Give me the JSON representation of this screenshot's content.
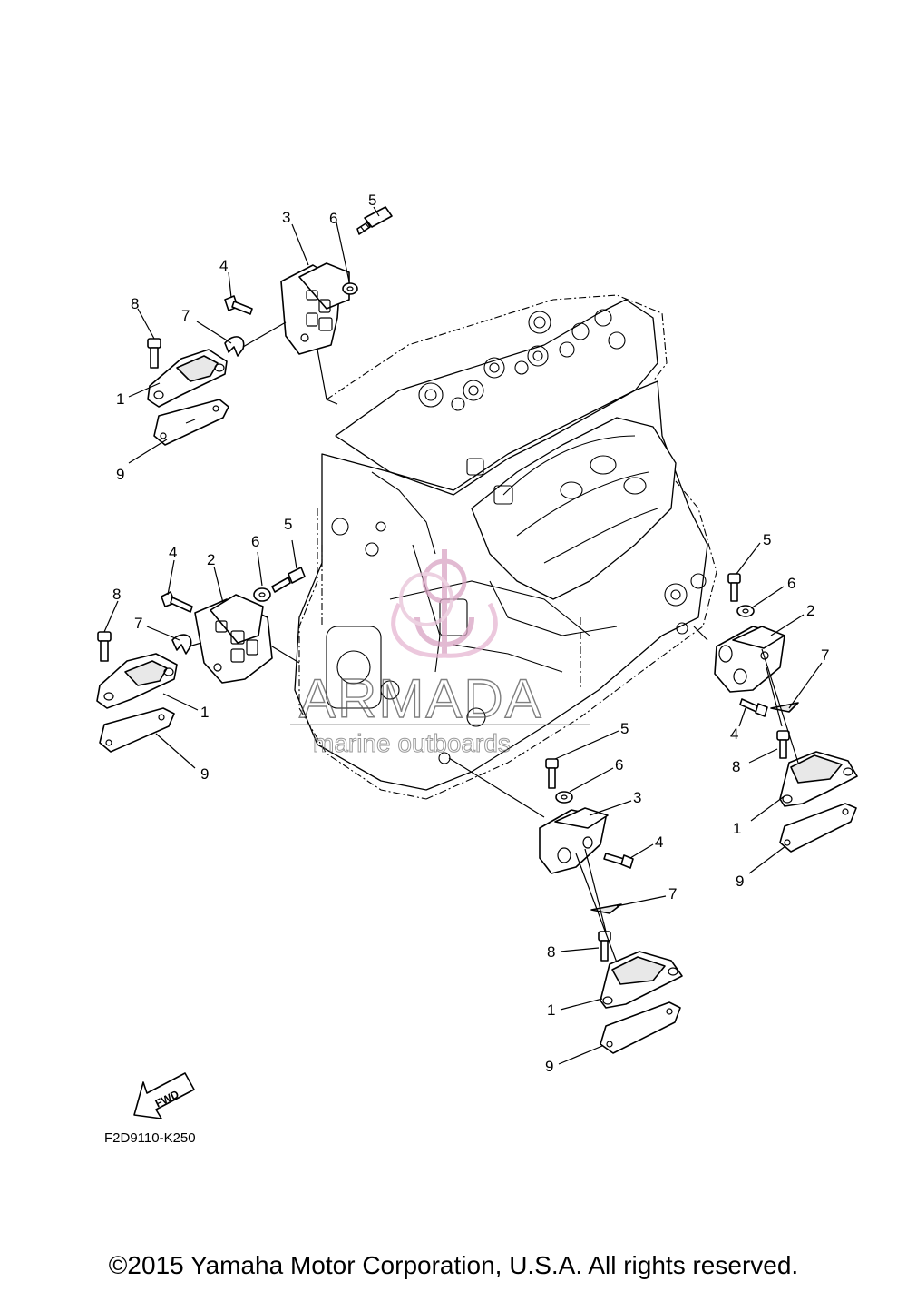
{
  "labels": {
    "tl_3": "3",
    "tl_6": "6",
    "tl_5": "5",
    "tl_4": "4",
    "tl_8": "8",
    "tl_7": "7",
    "tl_1": "1",
    "tl_9": "9",
    "ml_4": "4",
    "ml_2": "2",
    "ml_6": "6",
    "ml_5": "5",
    "ml_8": "8",
    "ml_7": "7",
    "ml_1": "1",
    "ml_9": "9",
    "r_5": "5",
    "r_6": "6",
    "r_2": "2",
    "r_7": "7",
    "r_4": "4",
    "r_8": "8",
    "r_1": "1",
    "r_9": "9",
    "b_5": "5",
    "b_6": "6",
    "b_3": "3",
    "b_4": "4",
    "b_7": "7",
    "b_8": "8",
    "b_1": "1",
    "b_9": "9"
  },
  "fwd_label": "FWD",
  "watermark": {
    "brand": "ARMADA",
    "tagline": "marine outboards"
  },
  "figure_code": "F2D9110-K250",
  "copyright": "©2015 Yamaha Motor Corporation, U.S.A. All rights reserved."
}
